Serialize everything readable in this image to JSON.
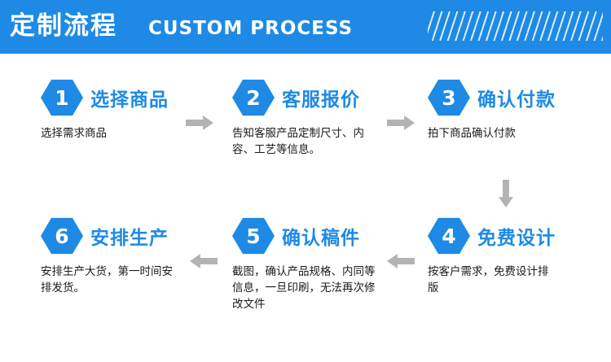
{
  "header": {
    "title_cn": "定制流程",
    "title_en": "CUSTOM PROCESS",
    "background_color": "#1e8ae5",
    "text_color": "#ffffff",
    "hatch_decoration": "diagonal-stripes"
  },
  "colors": {
    "accent": "#1e8ae5",
    "arrow": "#b3b3b3",
    "body_text": "#1a1a1a",
    "page_background": "#ffffff"
  },
  "steps": [
    {
      "number": "1",
      "title": "选择商品",
      "desc": "选择需求商品"
    },
    {
      "number": "2",
      "title": "客服报价",
      "desc": "告知客服产品定制尺寸、内容、工艺等信息。"
    },
    {
      "number": "3",
      "title": "确认付款",
      "desc": "拍下商品确认付款"
    },
    {
      "number": "4",
      "title": "免费设计",
      "desc": "按客户需求，免费设计排版"
    },
    {
      "number": "5",
      "title": "确认稿件",
      "desc": "截图，确认产品规格、内同等信息，一旦印刷，无法再次修改文件"
    },
    {
      "number": "6",
      "title": "安排生产",
      "desc": "安排生产大货，第一时间安排发货。"
    }
  ],
  "arrows": [
    {
      "name": "arrow-step1-to-step2",
      "direction": "right"
    },
    {
      "name": "arrow-step2-to-step3",
      "direction": "right"
    },
    {
      "name": "arrow-step3-to-step4",
      "direction": "down"
    },
    {
      "name": "arrow-step4-to-step5",
      "direction": "left"
    },
    {
      "name": "arrow-step5-to-step6",
      "direction": "left"
    }
  ]
}
